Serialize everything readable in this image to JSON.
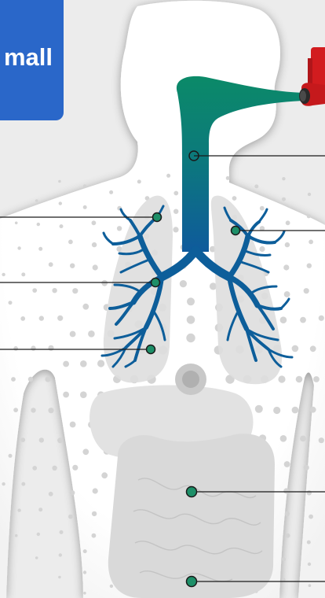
{
  "badge": {
    "text": "mall"
  },
  "colors": {
    "badge": "#2a67c9",
    "airway_top": "#0b8a68",
    "airway_bottom": "#0f5f9b",
    "marker": "#1d8f68",
    "inhaler": "#d21c1f"
  },
  "icons": {
    "inhaler": "inhaler-icon",
    "body": "body-silhouette",
    "lungs": "lungs-outline",
    "stomach": "stomach-outline",
    "intestines": "intestines-outline"
  }
}
